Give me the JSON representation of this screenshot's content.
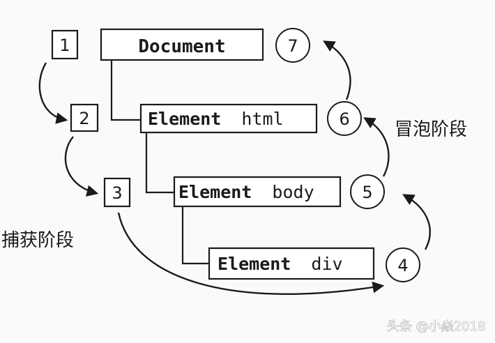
{
  "nodes": {
    "document": {
      "label": "Document"
    },
    "html": {
      "bold": "Element",
      "tag": "html"
    },
    "body": {
      "bold": "Element",
      "tag": "body"
    },
    "div": {
      "bold": "Element",
      "tag": "div"
    }
  },
  "capture_steps": [
    "1",
    "2",
    "3"
  ],
  "bubble_steps": [
    "4",
    "5",
    "6",
    "7"
  ],
  "capture_label": "捕获阶段",
  "bubble_label": "冒泡阶段",
  "watermark": "头条 @小焱2018"
}
